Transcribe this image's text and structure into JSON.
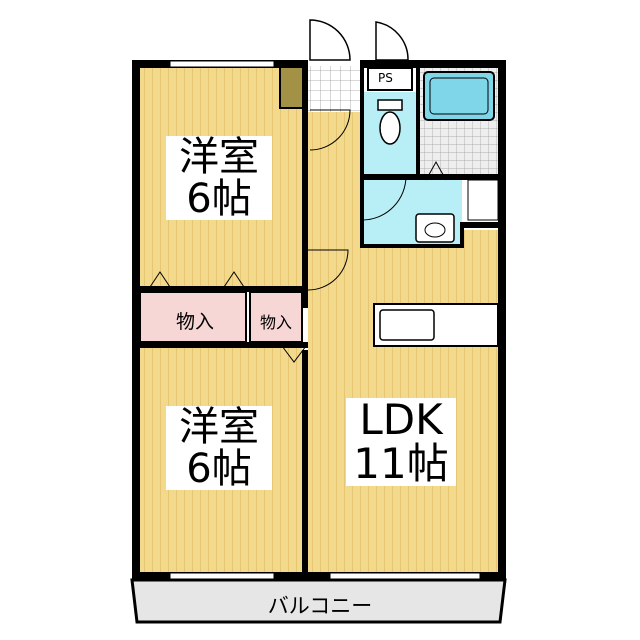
{
  "rooms": {
    "western_room_north": {
      "name": "洋室",
      "size": "6帖"
    },
    "western_room_south": {
      "name": "洋室",
      "size": "6帖"
    },
    "ldk": {
      "name": "LDK",
      "size": "11帖"
    },
    "closet_left": {
      "name": "物入"
    },
    "closet_right": {
      "name": "物入"
    },
    "ps": {
      "name": "PS"
    },
    "balcony": {
      "name": "バルコニー"
    }
  },
  "colors": {
    "floor_wood": "#f2d98c",
    "floor_grain": "#d9b25a",
    "wet_area": "#b8eef5",
    "bathtub": "#7fd6e8",
    "closet": "#f7d6d6",
    "entrance_tile": "#ffffff",
    "balcony": "#e6e6e6",
    "wall": "#000000",
    "shoe_box": "#a39146"
  }
}
